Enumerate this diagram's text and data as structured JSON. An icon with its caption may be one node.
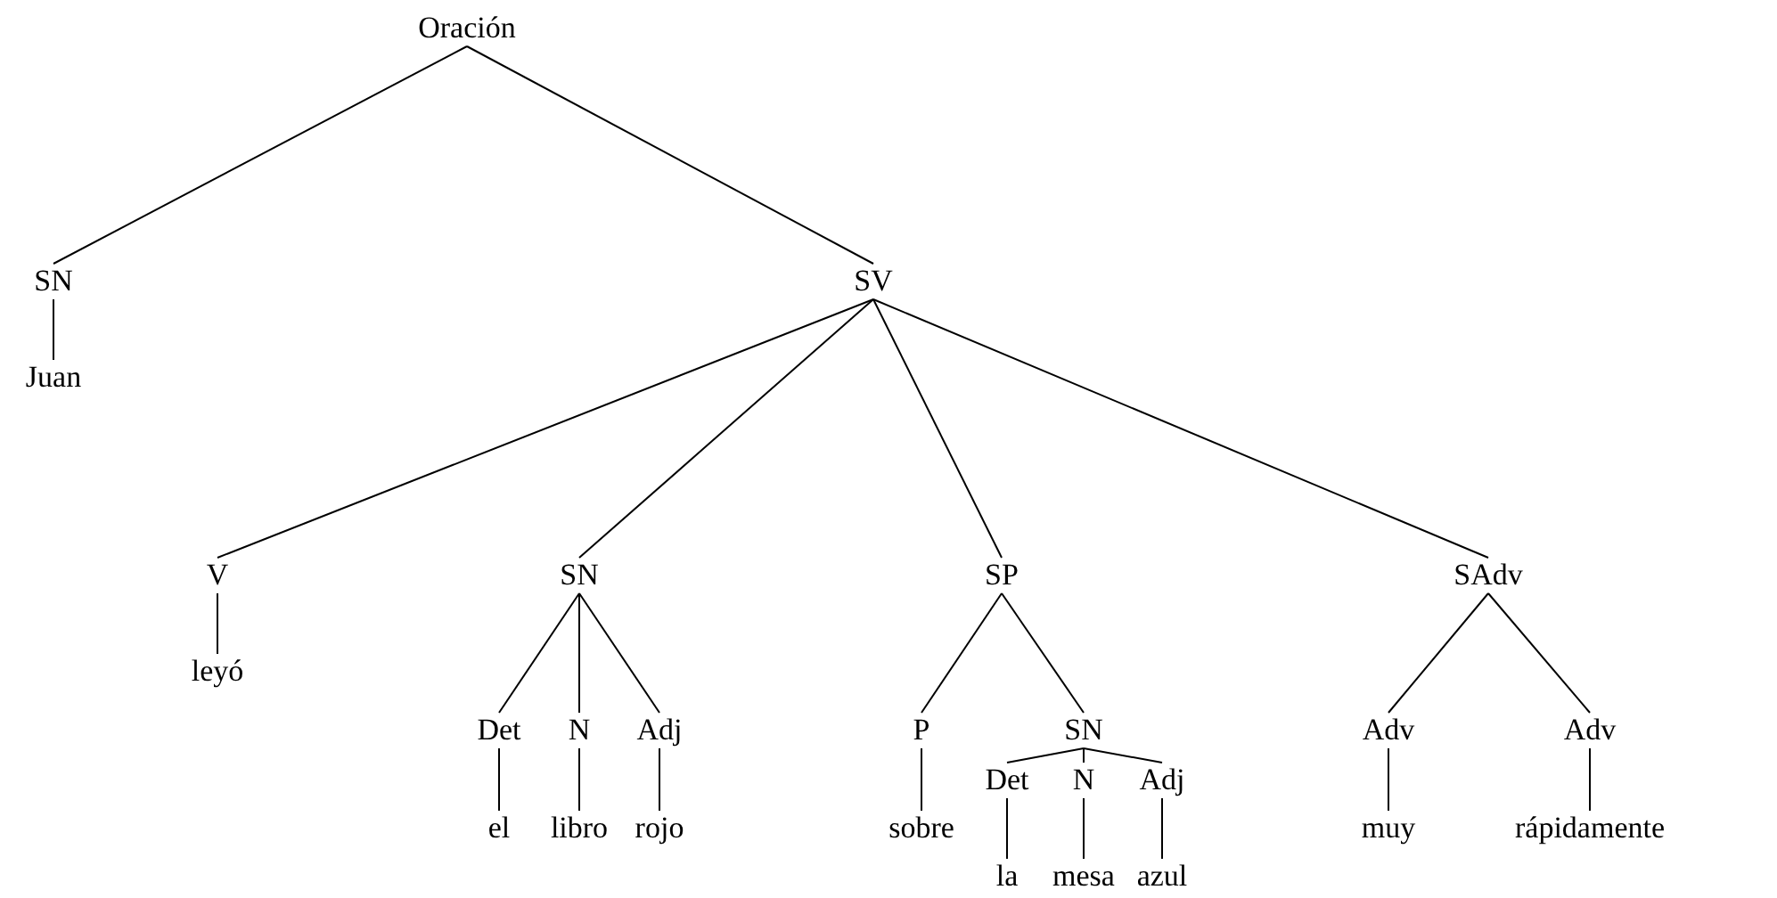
{
  "diagram": {
    "nodes": [
      {
        "text": [
          "Oración"
        ]
      },
      {
        "text": [
          "SN"
        ]
      },
      {
        "text": [
          "Juan"
        ]
      },
      {
        "text": [
          "SV"
        ]
      },
      {
        "text": [
          "V"
        ]
      },
      {
        "text": [
          "leyó"
        ]
      },
      {
        "text": [
          "SN"
        ]
      },
      {
        "text": [
          "Det"
        ]
      },
      {
        "text": [
          "el"
        ]
      },
      {
        "text": [
          "N"
        ]
      },
      {
        "text": [
          "libro"
        ]
      },
      {
        "text": [
          "Adj"
        ]
      },
      {
        "text": [
          "rojo"
        ]
      },
      {
        "text": [
          "SP"
        ]
      },
      {
        "text": [
          "P"
        ]
      },
      {
        "text": [
          "sobre"
        ]
      },
      {
        "text": [
          "SN"
        ]
      },
      {
        "text": [
          "Det"
        ]
      },
      {
        "text": [
          "la"
        ]
      },
      {
        "text": [
          "N"
        ]
      },
      {
        "text": [
          "mesa"
        ]
      },
      {
        "text": [
          "Adj"
        ]
      },
      {
        "text": [
          "azul"
        ]
      },
      {
        "text": [
          "SAdv"
        ]
      },
      {
        "text": [
          "Adv"
        ]
      },
      {
        "text": [
          "muy"
        ]
      },
      {
        "text": [
          "Adv"
        ]
      },
      {
        "text": [
          "rápidamente"
        ]
      }
    ],
    "edges": [
      {
        "from": 0,
        "to": 1,
        "arrow": "none"
      },
      {
        "from": 0,
        "to": 3,
        "arrow": "none"
      },
      {
        "from": 1,
        "to": 2,
        "arrow": "none"
      },
      {
        "from": 3,
        "to": 4,
        "arrow": "none"
      },
      {
        "from": 3,
        "to": 6,
        "arrow": "none"
      },
      {
        "from": 3,
        "to": 13,
        "arrow": "none"
      },
      {
        "from": 3,
        "to": 23,
        "arrow": "none"
      },
      {
        "from": 4,
        "to": 5,
        "arrow": "none"
      },
      {
        "from": 6,
        "to": 7,
        "arrow": "none"
      },
      {
        "from": 6,
        "to": 9,
        "arrow": "none"
      },
      {
        "from": 6,
        "to": 11,
        "arrow": "none"
      },
      {
        "from": 7,
        "to": 8,
        "arrow": "none"
      },
      {
        "from": 9,
        "to": 10,
        "arrow": "none"
      },
      {
        "from": 11,
        "to": 12,
        "arrow": "none"
      },
      {
        "from": 13,
        "to": 14,
        "arrow": "none"
      },
      {
        "from": 13,
        "to": 16,
        "arrow": "none"
      },
      {
        "from": 14,
        "to": 15,
        "arrow": "none"
      },
      {
        "from": 16,
        "to": 17,
        "arrow": "none"
      },
      {
        "from": 16,
        "to": 19,
        "arrow": "none"
      },
      {
        "from": 16,
        "to": 21,
        "arrow": "none"
      },
      {
        "from": 17,
        "to": 18,
        "arrow": "none"
      },
      {
        "from": 19,
        "to": 20,
        "arrow": "none"
      },
      {
        "from": 21,
        "to": 22,
        "arrow": "none"
      },
      {
        "from": 23,
        "to": 24,
        "arrow": "none"
      },
      {
        "from": 23,
        "to": 26,
        "arrow": "none"
      },
      {
        "from": 24,
        "to": 25,
        "arrow": "none"
      },
      {
        "from": 26,
        "to": 27,
        "arrow": "none"
      }
    ]
  }
}
